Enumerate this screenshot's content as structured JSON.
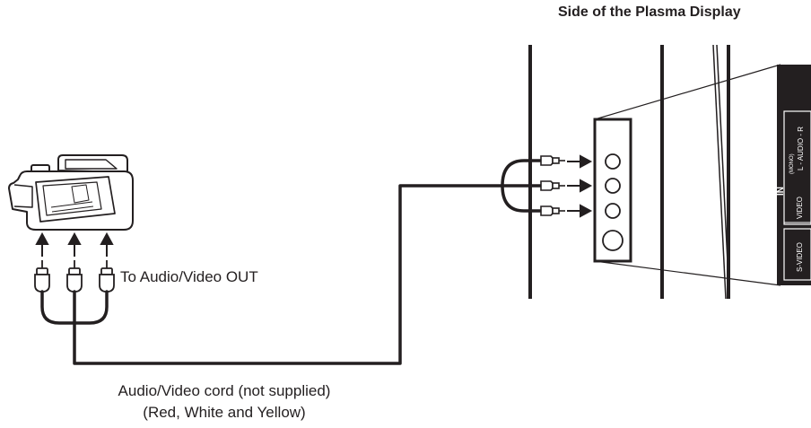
{
  "diagram": {
    "title": "Side of the Plasma Display",
    "source_label": "To Audio/Video OUT",
    "cord_caption_line1": "Audio/Video cord (not supplied)",
    "cord_caption_line2": "(Red, White and Yellow)",
    "panel": {
      "in_label": "IN",
      "audio_label": "L - AUDIO - R",
      "mono_label": "(MONO)",
      "video_label": "VIDEO",
      "svideo_label": "S-VIDEO"
    },
    "colors": {
      "line": "#231f20",
      "background": "#ffffff"
    }
  }
}
